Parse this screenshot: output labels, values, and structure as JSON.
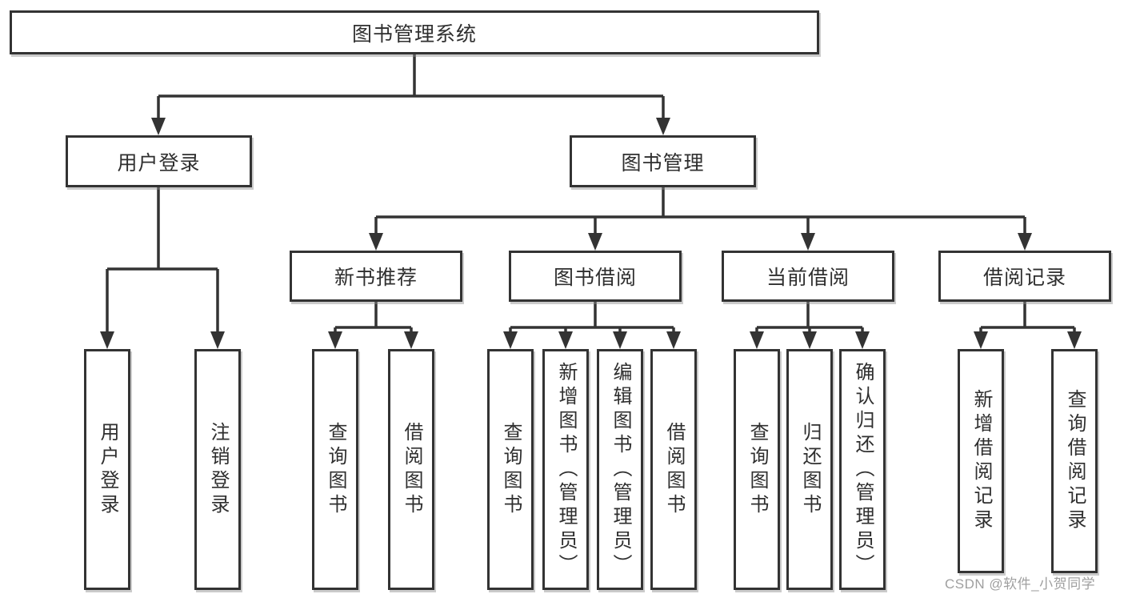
{
  "tree": {
    "label": "图书管理系统",
    "children": [
      {
        "label": "用户登录",
        "children": [
          {
            "label": "用户登录"
          },
          {
            "label": "注销登录"
          }
        ]
      },
      {
        "label": "图书管理",
        "children": [
          {
            "label": "新书推荐",
            "children": [
              {
                "label": "查询图书"
              },
              {
                "label": "借阅图书"
              }
            ]
          },
          {
            "label": "图书借阅",
            "children": [
              {
                "label": "查询图书"
              },
              {
                "label": "新增图书（管理员）"
              },
              {
                "label": "编辑图书（管理员）"
              },
              {
                "label": "借阅图书"
              }
            ]
          },
          {
            "label": "当前借阅",
            "children": [
              {
                "label": "查询图书"
              },
              {
                "label": "归还图书"
              },
              {
                "label": "确认归还（管理员）"
              }
            ]
          },
          {
            "label": "借阅记录",
            "children": [
              {
                "label": "新增借阅记录"
              },
              {
                "label": "查询借阅记录"
              }
            ]
          }
        ]
      }
    ]
  },
  "watermark": "CSDN @软件_小贺同学",
  "colors": {
    "line": "#333333",
    "box_border": "#333333",
    "text": "#2f2f2f",
    "watermark": "#9f9f9f",
    "background": "#ffffff"
  }
}
